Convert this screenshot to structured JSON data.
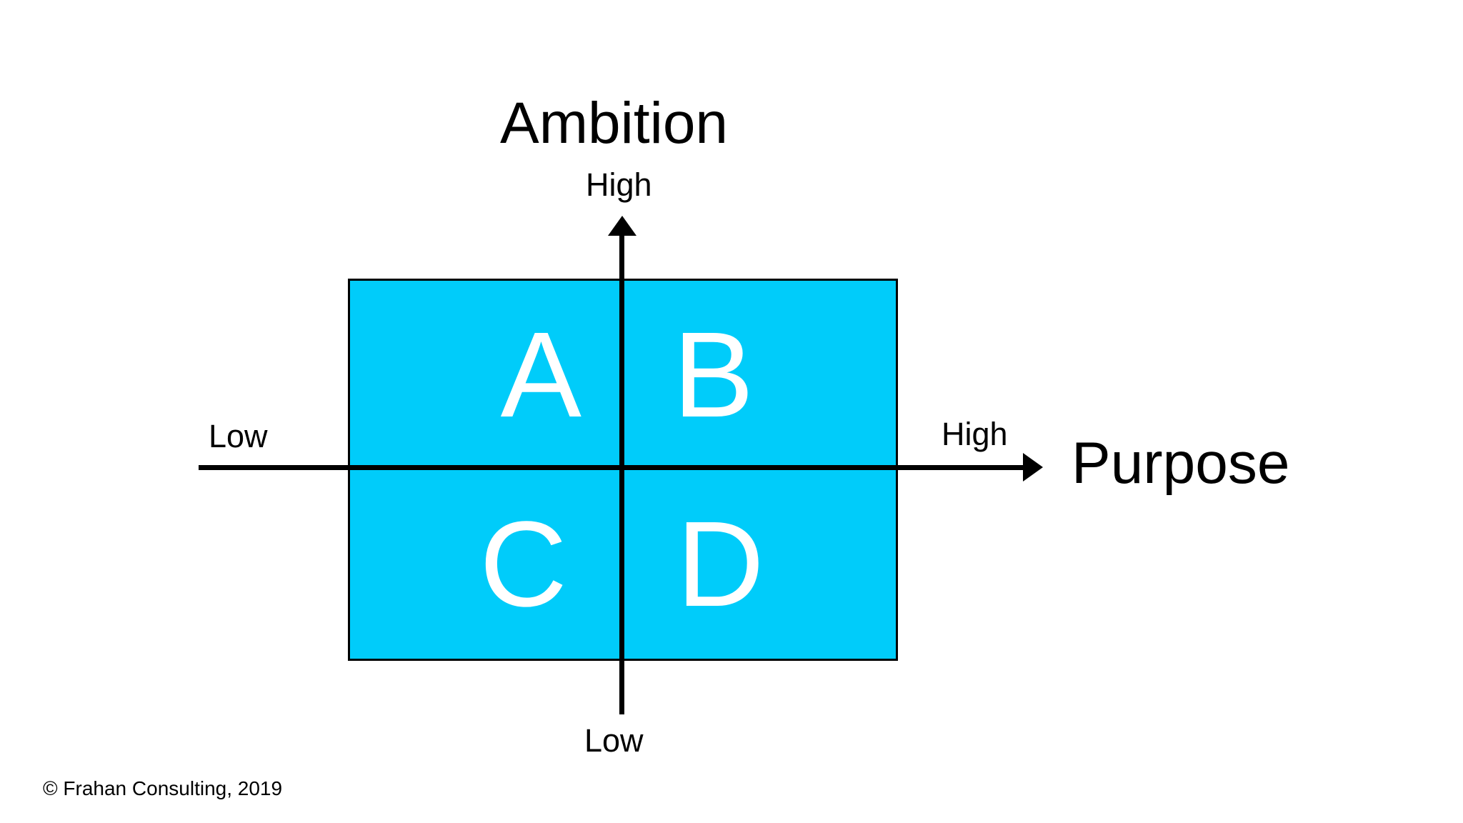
{
  "slide": {
    "background_color": "#FFFFFF",
    "copyright": "© Frahan Consulting, 2019"
  },
  "chart_data": {
    "type": "scatter",
    "title": "",
    "xlabel": "Purpose",
    "ylabel": "Ambition",
    "x_axis": {
      "label": "Purpose",
      "low_label": "Low",
      "high_label": "High",
      "direction": "left-to-right",
      "arrow": true
    },
    "y_axis": {
      "label": "Ambition",
      "low_label": "Low",
      "high_label": "High",
      "direction": "bottom-to-top",
      "arrow": true
    },
    "grid": false,
    "legend": "none",
    "quadrants": [
      {
        "id": "A",
        "label": "A",
        "position": "top-left",
        "ambition": "High",
        "purpose": "Low",
        "fill_color": "#00CCFA",
        "label_color": "#FFFFFF"
      },
      {
        "id": "B",
        "label": "B",
        "position": "top-right",
        "ambition": "High",
        "purpose": "High",
        "fill_color": "#00CCFA",
        "label_color": "#FFFFFF"
      },
      {
        "id": "C",
        "label": "C",
        "position": "bottom-left",
        "ambition": "Low",
        "purpose": "Low",
        "fill_color": "#00CCFA",
        "label_color": "#FFFFFF"
      },
      {
        "id": "D",
        "label": "D",
        "position": "bottom-right",
        "ambition": "Low",
        "purpose": "High",
        "fill_color": "#00CCFA",
        "label_color": "#FFFFFF"
      }
    ],
    "colors": {
      "quadrant_fill": "#00CCFA",
      "quadrant_label": "#FFFFFF",
      "axis": "#000000",
      "border": "#000000",
      "text": "#000000"
    }
  }
}
